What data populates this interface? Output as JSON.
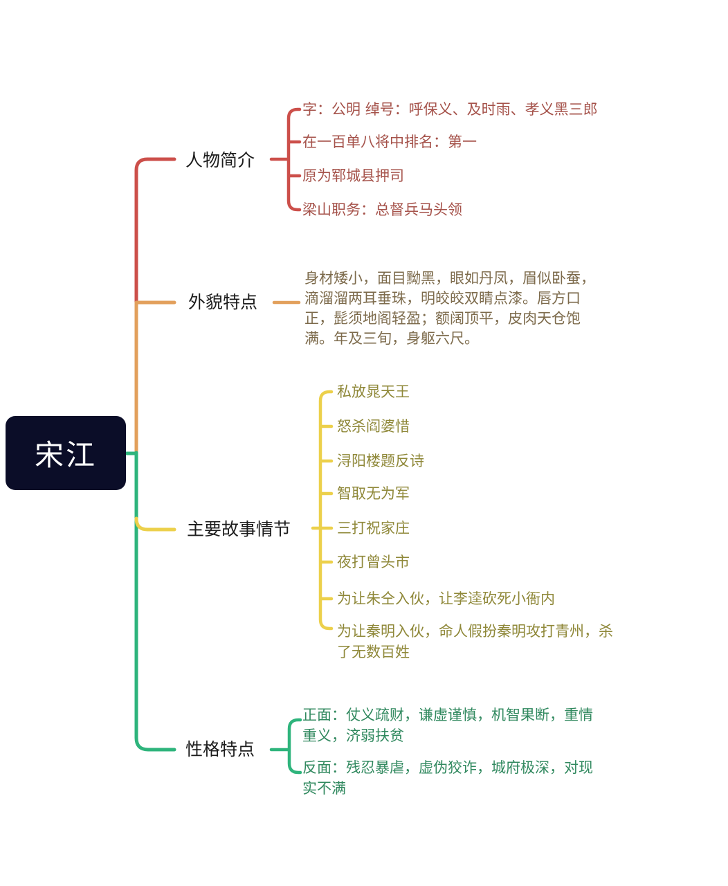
{
  "root": {
    "label": "宋江"
  },
  "colors": {
    "bg": "#ffffff",
    "root_bg": "#0b0d28",
    "root_fg": "#ffffff",
    "label": "#1c1c1c",
    "line_red": "#cc4f4a",
    "line_orange": "#e2a05c",
    "line_yellow": "#ecd04b",
    "line_green": "#2eb47c",
    "text_red": "#a5524a",
    "text_brown": "#7d6b4c",
    "text_olive": "#8f8839",
    "text_green": "#31895f"
  },
  "branches": [
    {
      "label": "人物简介",
      "children": [
        "字：公明 绰号：呼保义、及时雨、孝义黑三郎",
        "在一百单八将中排名：第一",
        "原为郓城县押司",
        "梁山职务：总督兵马头领"
      ]
    },
    {
      "label": "外貌特点",
      "children": [
        "身材矮小，面目黝黑，眼如丹凤，眉似卧蚕，滴溜溜两耳垂珠，明皎皎双睛点漆。唇方口正，髭须地阁轻盈；额阔顶平，皮肉天仓饱满。年及三旬，身躯六尺。"
      ]
    },
    {
      "label": "主要故事情节",
      "children": [
        "私放晁天王",
        "怒杀阎婆惜",
        "浔阳楼题反诗",
        "智取无为军",
        "三打祝家庄",
        "夜打曾头市",
        "为让朱仝入伙，让李逵砍死小衙内",
        "为让秦明入伙，命人假扮秦明攻打青州，杀了无数百姓"
      ]
    },
    {
      "label": "性格特点",
      "children": [
        "正面：仗义疏财，谦虚谨慎，机智果断，重情重义，济弱扶贫",
        "反面：残忍暴虐，虚伪狡诈，城府极深，对现实不满"
      ]
    }
  ]
}
